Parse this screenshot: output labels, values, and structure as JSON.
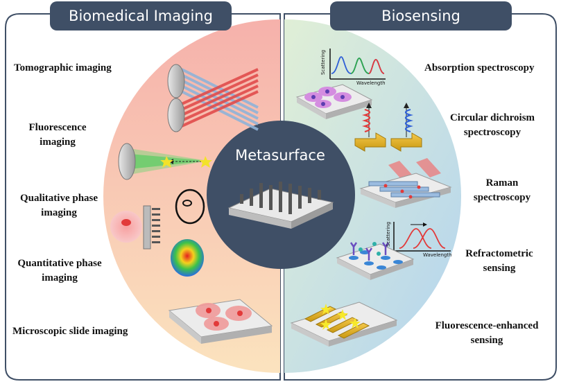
{
  "left_panel": {
    "title": "Biomedical Imaging",
    "items": [
      "Tomographic imaging",
      "Fluorescence\nimaging",
      "Qualitative phase\nimaging",
      "Quantitative phase\nimaging",
      "Microscopic slide imaging"
    ]
  },
  "right_panel": {
    "title": "Biosensing",
    "items": [
      "Absorption spectroscopy",
      "Circular dichroism\nspectroscopy",
      "Raman\nspectroscopy",
      "Refractometric\nsensing",
      "Fluorescence-enhanced\nsensing"
    ]
  },
  "center": {
    "title": "Metasurface"
  },
  "insets": {
    "absorption": {
      "ylabel": "Scattering",
      "xlabel": "Wavelength"
    },
    "refractometric": {
      "ylabel": "Scattering",
      "xlabel": "Wavelength"
    }
  },
  "colors": {
    "title_bg": "#3f4f66",
    "center_circle": "#3f4f66",
    "left_fill_top": "#f6b3ad",
    "left_fill_bottom": "#fbe2bf",
    "right_fill_top": "#d9edd5",
    "right_fill_bottom": "#b7d8f0"
  }
}
